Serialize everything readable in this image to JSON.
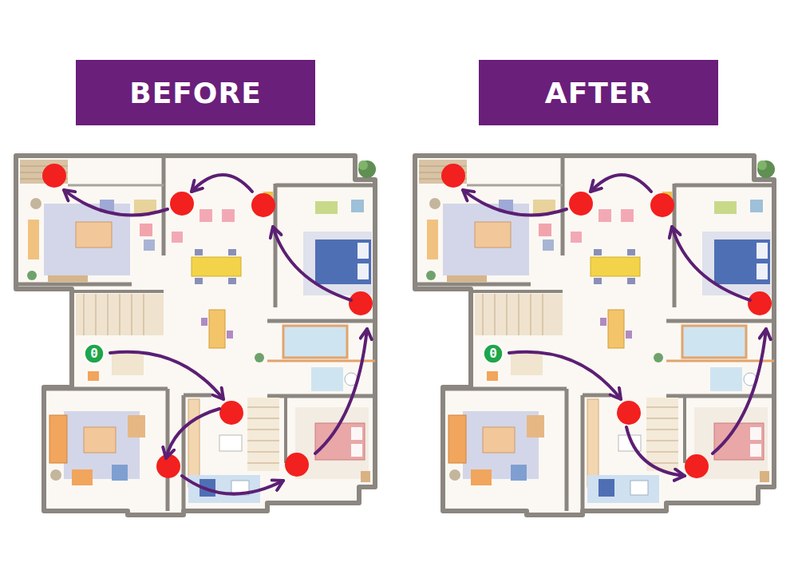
{
  "diagram": {
    "nodes": [
      {
        "text": [
          "BEFORE"
        ]
      },
      {
        "text": [
          "AFTER"
        ]
      },
      {
        "text": [
          "0"
        ]
      },
      {
        "text": [
          "0"
        ]
      }
    ]
  }
}
